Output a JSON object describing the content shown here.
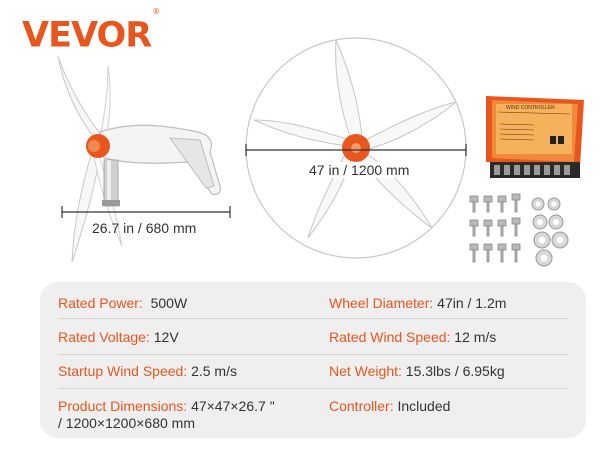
{
  "brand": {
    "name": "VEVOR",
    "mark": "®",
    "color": "#e8561e"
  },
  "dimensions": {
    "turbine_width": "26.7 in / 680 mm",
    "rotor_diameter": "47 in / 1200 mm"
  },
  "controller_label": "WIND CONTROLLER",
  "specs": {
    "rated_power": {
      "label": "Rated Power:",
      "value": "500W"
    },
    "wheel_diameter": {
      "label": "Wheel Diameter:",
      "value": "47in / 1.2m"
    },
    "rated_voltage": {
      "label": "Rated Voltage:",
      "value": "12V"
    },
    "rated_wind_speed": {
      "label": "Rated Wind Speed:",
      "value": "12 m/s"
    },
    "startup_wind_speed": {
      "label": "Startup Wind Speed:",
      "value": "2.5 m/s"
    },
    "net_weight": {
      "label": "Net Weight:",
      "value": "15.3lbs / 6.95kg"
    },
    "product_dimensions": {
      "label": "Product Dimensions:",
      "value": "47×47×26.7 \"",
      "value_line2": "/ 1200×1200×680 mm"
    },
    "controller": {
      "label": "Controller:",
      "value": "Included"
    }
  },
  "colors": {
    "accent": "#e8561e",
    "panel": "#efefef"
  }
}
